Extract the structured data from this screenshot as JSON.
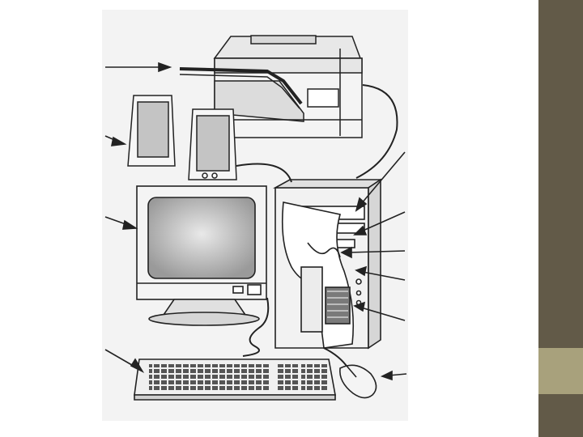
{
  "slide": {
    "background": "#ffffff",
    "sidebar": {
      "blocks": [
        {
          "name": "sidebar-top",
          "color": "#625a48"
        },
        {
          "name": "sidebar-accent",
          "color": "#a8a17c"
        },
        {
          "name": "sidebar-bottom",
          "color": "#625a48"
        }
      ]
    }
  },
  "diagram": {
    "kind": "labelled line drawing, labels omitted",
    "components": [
      {
        "name": "printer-icon",
        "label_arrow": "left"
      },
      {
        "name": "speakers-icon",
        "label_arrow": "left"
      },
      {
        "name": "monitor-icon",
        "label_arrow": "left"
      },
      {
        "name": "system-unit-icon",
        "label_arrow": "right"
      },
      {
        "name": "keyboard-icon",
        "label_arrow": "left"
      },
      {
        "name": "mouse-icon",
        "label_arrow": "right"
      }
    ],
    "ink_color": "#222222",
    "paper_color": "#f2f2f2"
  }
}
